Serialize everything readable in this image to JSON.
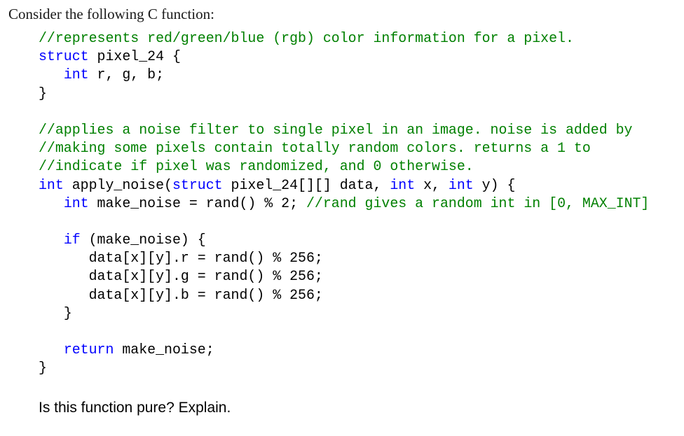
{
  "title": "Consider the following C function:",
  "colors": {
    "comment": "#008000",
    "keyword": "#0000ff",
    "plain": "#000000"
  },
  "code": {
    "lines": [
      {
        "indent": "",
        "tokens": [
          {
            "t": "cm",
            "v": "//represents red/green/blue (rgb) color information for a pixel."
          }
        ]
      },
      {
        "indent": "",
        "tokens": [
          {
            "t": "kw",
            "v": "struct"
          },
          {
            "t": "pl",
            "v": " pixel_24 {"
          }
        ]
      },
      {
        "indent": "   ",
        "tokens": [
          {
            "t": "kw",
            "v": "int"
          },
          {
            "t": "pl",
            "v": " r, g, b;"
          }
        ]
      },
      {
        "indent": "",
        "tokens": [
          {
            "t": "pl",
            "v": "}"
          }
        ]
      },
      {
        "indent": "",
        "tokens": []
      },
      {
        "indent": "",
        "tokens": [
          {
            "t": "cm",
            "v": "//applies a noise filter to single pixel in an image. noise is added by"
          }
        ]
      },
      {
        "indent": "",
        "tokens": [
          {
            "t": "cm",
            "v": "//making some pixels contain totally random colors. returns a 1 to"
          }
        ]
      },
      {
        "indent": "",
        "tokens": [
          {
            "t": "cm",
            "v": "//indicate if pixel was randomized, and 0 otherwise."
          }
        ]
      },
      {
        "indent": "",
        "tokens": [
          {
            "t": "kw",
            "v": "int"
          },
          {
            "t": "pl",
            "v": " apply_noise("
          },
          {
            "t": "kw",
            "v": "struct"
          },
          {
            "t": "pl",
            "v": " pixel_24[][] data, "
          },
          {
            "t": "kw",
            "v": "int"
          },
          {
            "t": "pl",
            "v": " x, "
          },
          {
            "t": "kw",
            "v": "int"
          },
          {
            "t": "pl",
            "v": " y) {"
          }
        ]
      },
      {
        "indent": "   ",
        "tokens": [
          {
            "t": "kw",
            "v": "int"
          },
          {
            "t": "pl",
            "v": " make_noise = rand() % 2; "
          },
          {
            "t": "cm",
            "v": "//rand gives a random int in [0, MAX_INT]"
          }
        ]
      },
      {
        "indent": "",
        "tokens": []
      },
      {
        "indent": "   ",
        "tokens": [
          {
            "t": "kw",
            "v": "if"
          },
          {
            "t": "pl",
            "v": " (make_noise) {"
          }
        ]
      },
      {
        "indent": "      ",
        "tokens": [
          {
            "t": "pl",
            "v": "data[x][y].r = rand() % 256;"
          }
        ]
      },
      {
        "indent": "      ",
        "tokens": [
          {
            "t": "pl",
            "v": "data[x][y].g = rand() % 256;"
          }
        ]
      },
      {
        "indent": "      ",
        "tokens": [
          {
            "t": "pl",
            "v": "data[x][y].b = rand() % 256;"
          }
        ]
      },
      {
        "indent": "   ",
        "tokens": [
          {
            "t": "pl",
            "v": "}"
          }
        ]
      },
      {
        "indent": "",
        "tokens": []
      },
      {
        "indent": "   ",
        "tokens": [
          {
            "t": "kw",
            "v": "return"
          },
          {
            "t": "pl",
            "v": " make_noise;"
          }
        ]
      },
      {
        "indent": "",
        "tokens": [
          {
            "t": "pl",
            "v": "}"
          }
        ]
      }
    ]
  },
  "question": "Is this function pure? Explain."
}
